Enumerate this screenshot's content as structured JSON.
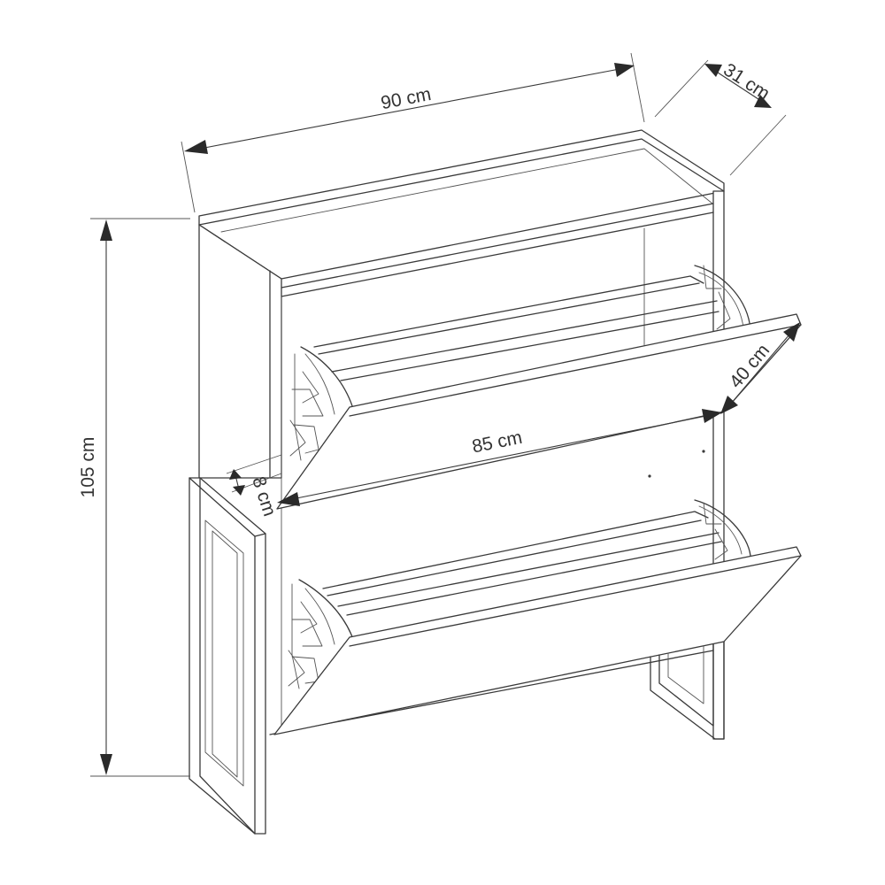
{
  "dimensions": {
    "width": "90 cm",
    "depth": "31 cm",
    "height": "105 cm",
    "flap_depth": "40 cm",
    "inner_width": "85 cm",
    "thickness": "8 cm"
  },
  "colors": {
    "line": "#3a3a3a",
    "background": "#ffffff",
    "text": "#333333"
  }
}
